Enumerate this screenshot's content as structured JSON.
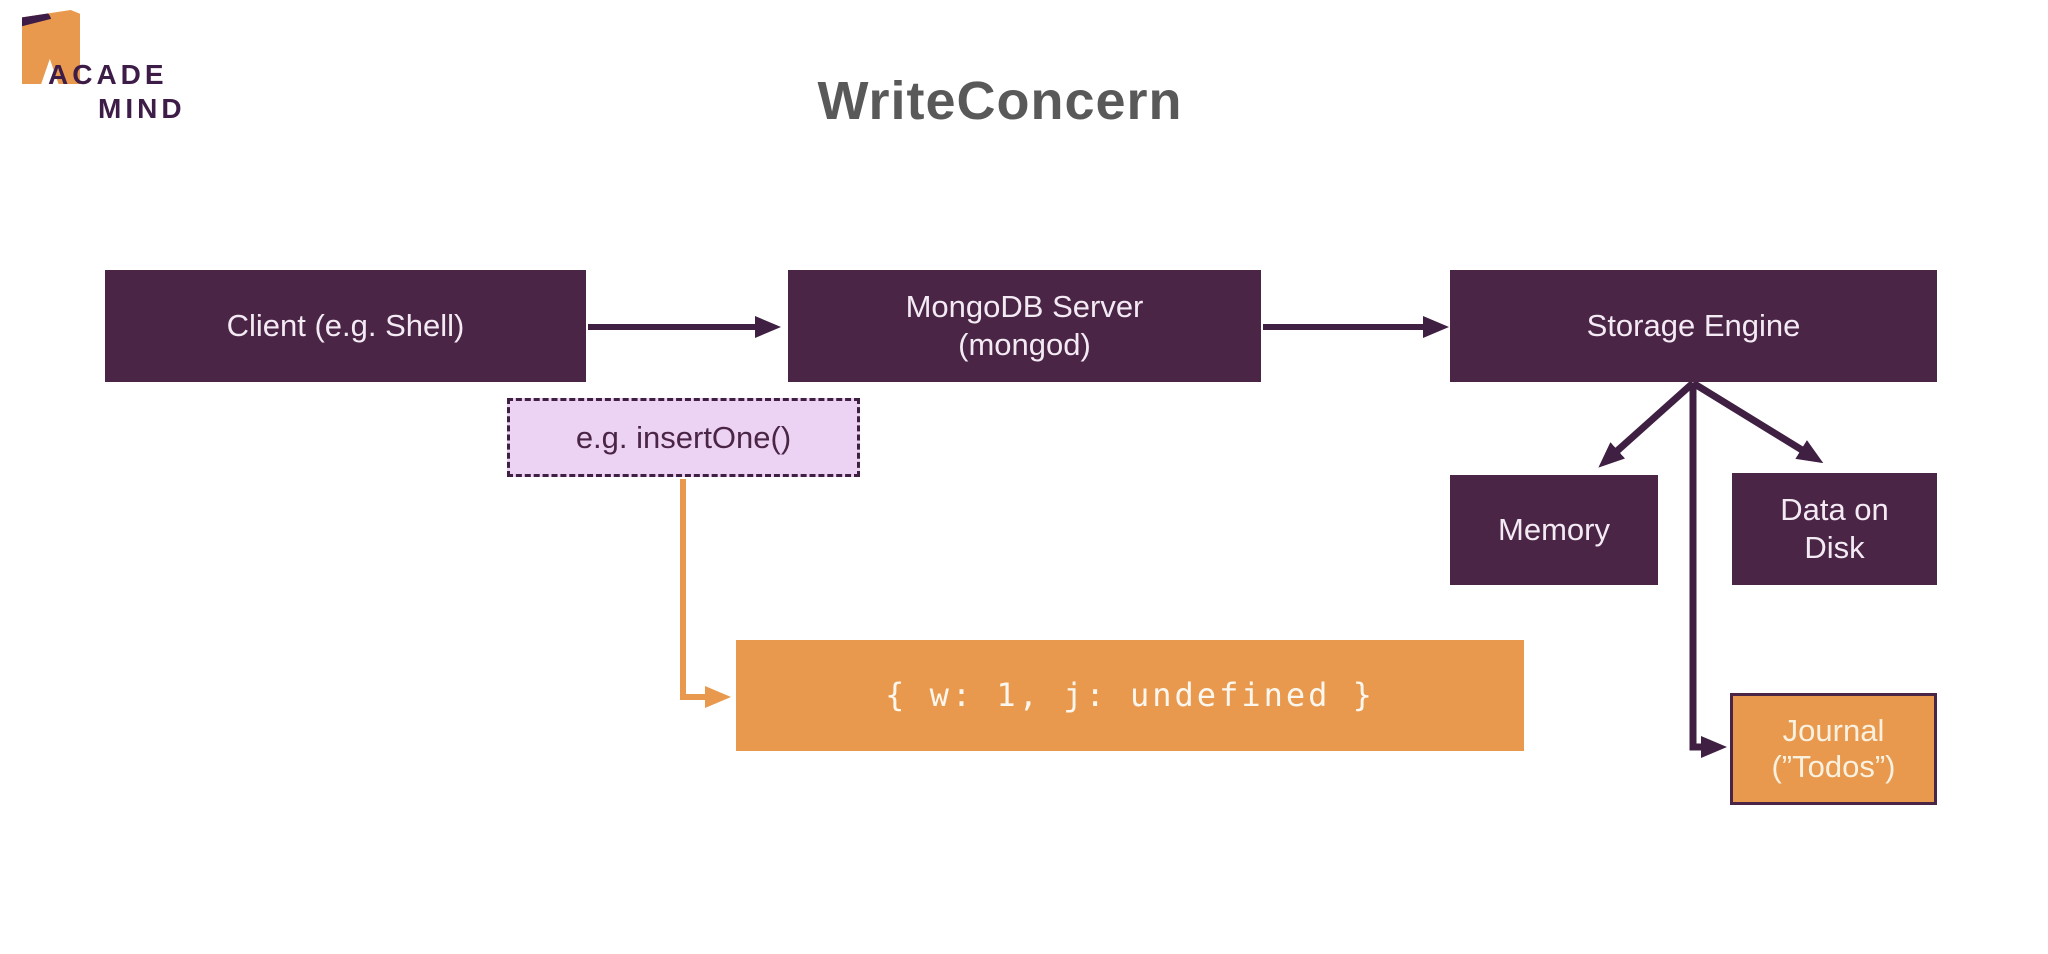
{
  "page": {
    "title": "WriteConcern",
    "background": "#FFFFFF"
  },
  "logo": {
    "line1": "ACADE",
    "line2": "MIND"
  },
  "colors": {
    "node_purple": "#4A2546",
    "arrow_purple": "#3F1F42",
    "accent_orange": "#E8994E",
    "lavender_fill": "#EDD3F3",
    "title_gray": "#595959",
    "journal_text": "#F8F1E0"
  },
  "diagram": {
    "client": {
      "label": "Client (e.g. Shell)"
    },
    "server": {
      "line1": "MongoDB Server",
      "line2": "(mongod)"
    },
    "storage": {
      "label": "Storage Engine"
    },
    "operation": {
      "label": "e.g. insertOne()"
    },
    "write_concern": {
      "code": "{ w: 1, j: undefined }"
    },
    "memory": {
      "label": "Memory"
    },
    "data_on_disk": {
      "line1": "Data on",
      "line2": "Disk"
    },
    "journal": {
      "line1": "Journal",
      "line2": "(”Todos”)"
    }
  }
}
